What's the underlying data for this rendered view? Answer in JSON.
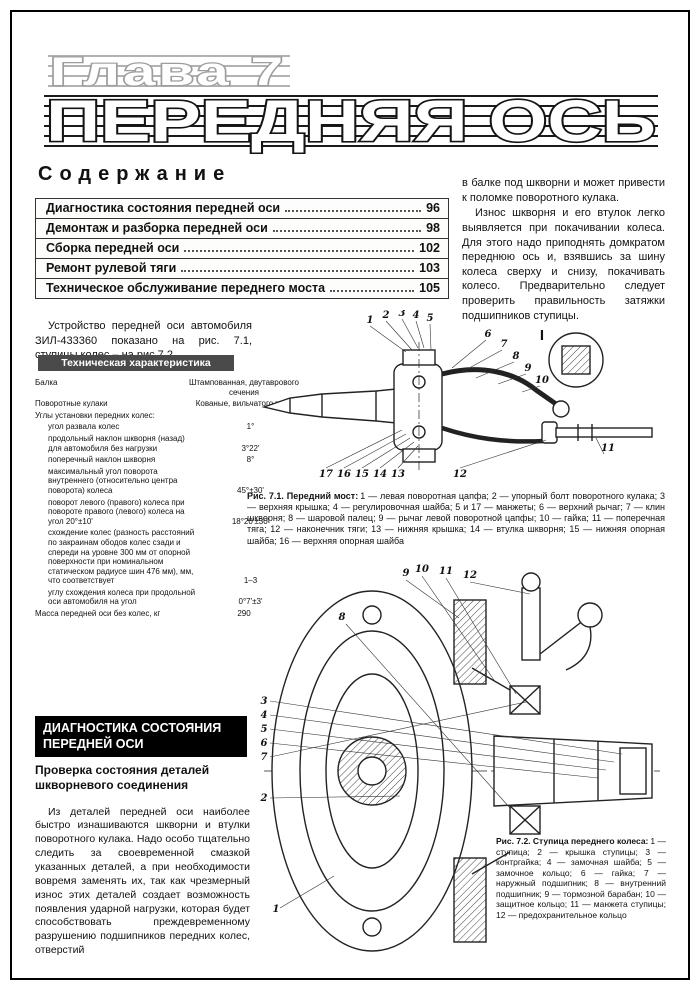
{
  "page": {
    "chapter": "Глава 7",
    "title": "ПЕРЕДНЯЯ ОСЬ"
  },
  "colors": {
    "title_stroke": "#141414",
    "chapter_stroke": "#9d9d9d",
    "tech_header_bg": "#4a4a4a",
    "diagnostics_header_bg": "#000000",
    "text": "#111111"
  },
  "contents": {
    "heading": "Содержание",
    "items": [
      {
        "label": "Диагностика состояния передней оси",
        "page": "96"
      },
      {
        "label": "Демонтаж и разборка передней оси",
        "page": "98"
      },
      {
        "label": "Сборка передней оси",
        "page": "102"
      },
      {
        "label": "Ремонт рулевой тяги",
        "page": "103"
      },
      {
        "label": "Техническое обслуживание переднего моста",
        "page": "105"
      }
    ]
  },
  "intro": "Устройство передней оси автомобиля ЗИЛ-433360 показано на рис. 7.1, ступицы колес – на рис 7.2.",
  "right_column": {
    "para1": "в балке под шкворни и может привести к поломке поворотного кулака.",
    "para2": "Износ шкворня и его втулок легко выявляется при покачивании колеса. Для этого надо приподнять домкратом переднюю ось и, взявшись за шину колеса сверху и снизу, покачивать колесо. Предварительно следует проверить правильность затяжки подшипников ступицы."
  },
  "tech": {
    "header": "Техническая характеристика",
    "rows": [
      {
        "param": "Балка",
        "value": "Штампованная, двутаврового сечения",
        "ind": false
      },
      {
        "param": "Поворотные кулаки",
        "value": "Кованые, вильчатого типа",
        "ind": false
      },
      {
        "param": "Углы установки передних колес:",
        "value": "",
        "ind": false
      },
      {
        "param": "угол развала колес",
        "value": "1°",
        "ind": true
      },
      {
        "param": "продольный наклон шкворня (назад) для автомобиля без нагрузки",
        "value": "3°22'",
        "ind": true
      },
      {
        "param": "поперечный наклон шкворня",
        "value": "8°",
        "ind": true
      },
      {
        "param": "максимальный угол поворота внутреннего (относительно центра поворота) колеса",
        "value": "45°±30'",
        "ind": true
      },
      {
        "param": "поворот левого (правого) колеса при повороте правого (левого) колеса на угол 20°±10'",
        "value": "18°20'±30'",
        "ind": true
      },
      {
        "param": "схождение колес (разность расстояний по закраинам ободов колес сзади и спереди на уровне 300 мм от опорной поверхности при номинальном статическом радиусе шин 476 мм), мм, что соответствует",
        "value": "1–3",
        "ind": true
      },
      {
        "param": "углу схождения колеса при продольной оси автомобиля на угол",
        "value": "0°7'±3'",
        "ind": true
      },
      {
        "param": "Масса передней оси без колес, кг",
        "value": "290",
        "ind": false
      }
    ]
  },
  "figures": {
    "fig1": {
      "caption_title": "Рис. 7.1. Передний мост:",
      "caption_body": "1 — левая поворотная цапфа; 2 — упорный болт поворотного кулака; 3 — верхняя крышка; 4 — регулировочная шайба; 5 и 17 — манжеты; 6 — верхний рычаг; 7 — клин шкворня; 8 — шаровой палец; 9 — рычаг левой поворотной цапфы; 10 — гайка; 11 — поперечная тяга; 12 — наконечник тяги; 13 — нижняя крышка; 14 — втулка шкворня; 15 — нижняя опорная шайба; 16 — верхняя опорная шайба",
      "detail_label": "I",
      "callouts": [
        "1",
        "2",
        "3",
        "4",
        "5",
        "6",
        "7",
        "8",
        "9",
        "10",
        "11",
        "12",
        "13",
        "14",
        "15",
        "16",
        "17"
      ]
    },
    "fig2": {
      "caption_title": "Рис. 7.2. Ступица переднего колеса:",
      "caption_body": "1 — ступица; 2 — крышка ступицы; 3 — контргайка; 4 — замочная шайба; 5 — замочное кольцо; 6 — гайка; 7 — наружный подшипник; 8 — внутренний подшипник; 9 — тормозной барабан; 10 — защитное кольцо; 11 — манжета ступицы; 12 — предохранительное кольцо",
      "callouts": [
        "1",
        "2",
        "3",
        "4",
        "5",
        "6",
        "7",
        "8",
        "9",
        "10",
        "11",
        "12"
      ]
    }
  },
  "diagnostics": {
    "header": "ДИАГНОСТИКА СОСТОЯНИЯ ПЕРЕДНЕЙ ОСИ",
    "subheading": "Проверка состояния деталей шкворневого соединения",
    "body": "Из деталей передней оси наиболее быстро изнашиваются шкворни и втулки поворотного кулака. Надо особо тщательно следить за своевременной смазкой указанных деталей, а при необходимости вовремя заменять их, так как чрезмерный износ этих деталей создает возможность появления ударной нагрузки, которая будет способствовать преждевременному разрушению подшипников передних колес, отверстий"
  }
}
